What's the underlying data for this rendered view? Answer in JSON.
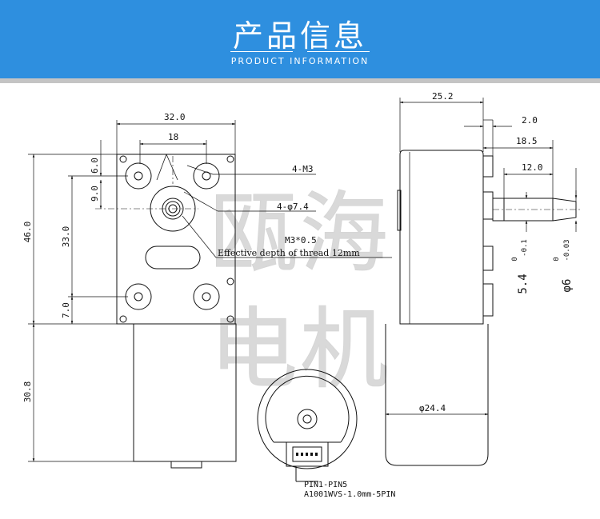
{
  "header": {
    "title_cn": "产品信息",
    "title_en": "PRODUCT INFORMATION",
    "banner_color": "#2e8fdf"
  },
  "watermark": {
    "chars": [
      "瓯",
      "海",
      "电",
      "机"
    ],
    "color": "#d9d9d9"
  },
  "dimensions": {
    "front_width": "32.0",
    "hole_spacing_x": "18",
    "top_offset": "6.0",
    "shaft_offset": "9.0",
    "total_height": "46.0",
    "hole_spacing_y": "33.0",
    "bottom_offset": "7.0",
    "motor_length": "30.8",
    "mount_screws": "4-M3",
    "bosses": "4-φ7.4",
    "shaft_thread": "M3*0.5",
    "thread_depth": "Effective depth of thread 12mm",
    "side_depth": "25.2",
    "flange_depth": "2.0",
    "shaft_total": "18.5",
    "shaft_flat": "12.0",
    "flat_tol_upper": "0",
    "flat_tol_lower": "-0.1",
    "flat_size": "5.4",
    "shaft_tol_upper": "0",
    "shaft_tol_lower": "-0.03",
    "shaft_dia": "φ6",
    "motor_dia": "φ24.4"
  },
  "connector": {
    "pins": "PIN1-PIN5",
    "model": "A1001WVS-1.0mm-5PIN"
  }
}
